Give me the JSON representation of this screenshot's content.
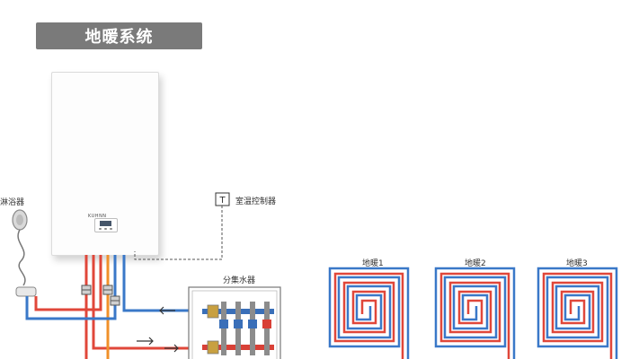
{
  "title": "地暖系统",
  "boiler": {
    "brand": "KUHNN"
  },
  "labels": {
    "shower": "淋浴器",
    "thermostat": "室温控制器",
    "thermostat_symbol": "T",
    "manifold": "分集水器"
  },
  "zones": [
    {
      "label": "地暖1"
    },
    {
      "label": "地暖2"
    },
    {
      "label": "地暖3"
    }
  ],
  "colors": {
    "title_bg": "#7a7a7a",
    "hot_pipe": "#e0473a",
    "cold_pipe": "#3a78c8",
    "gas_pipe": "#f0902a",
    "manifold_blue": "#3a6fb8",
    "manifold_red": "#d84036"
  }
}
